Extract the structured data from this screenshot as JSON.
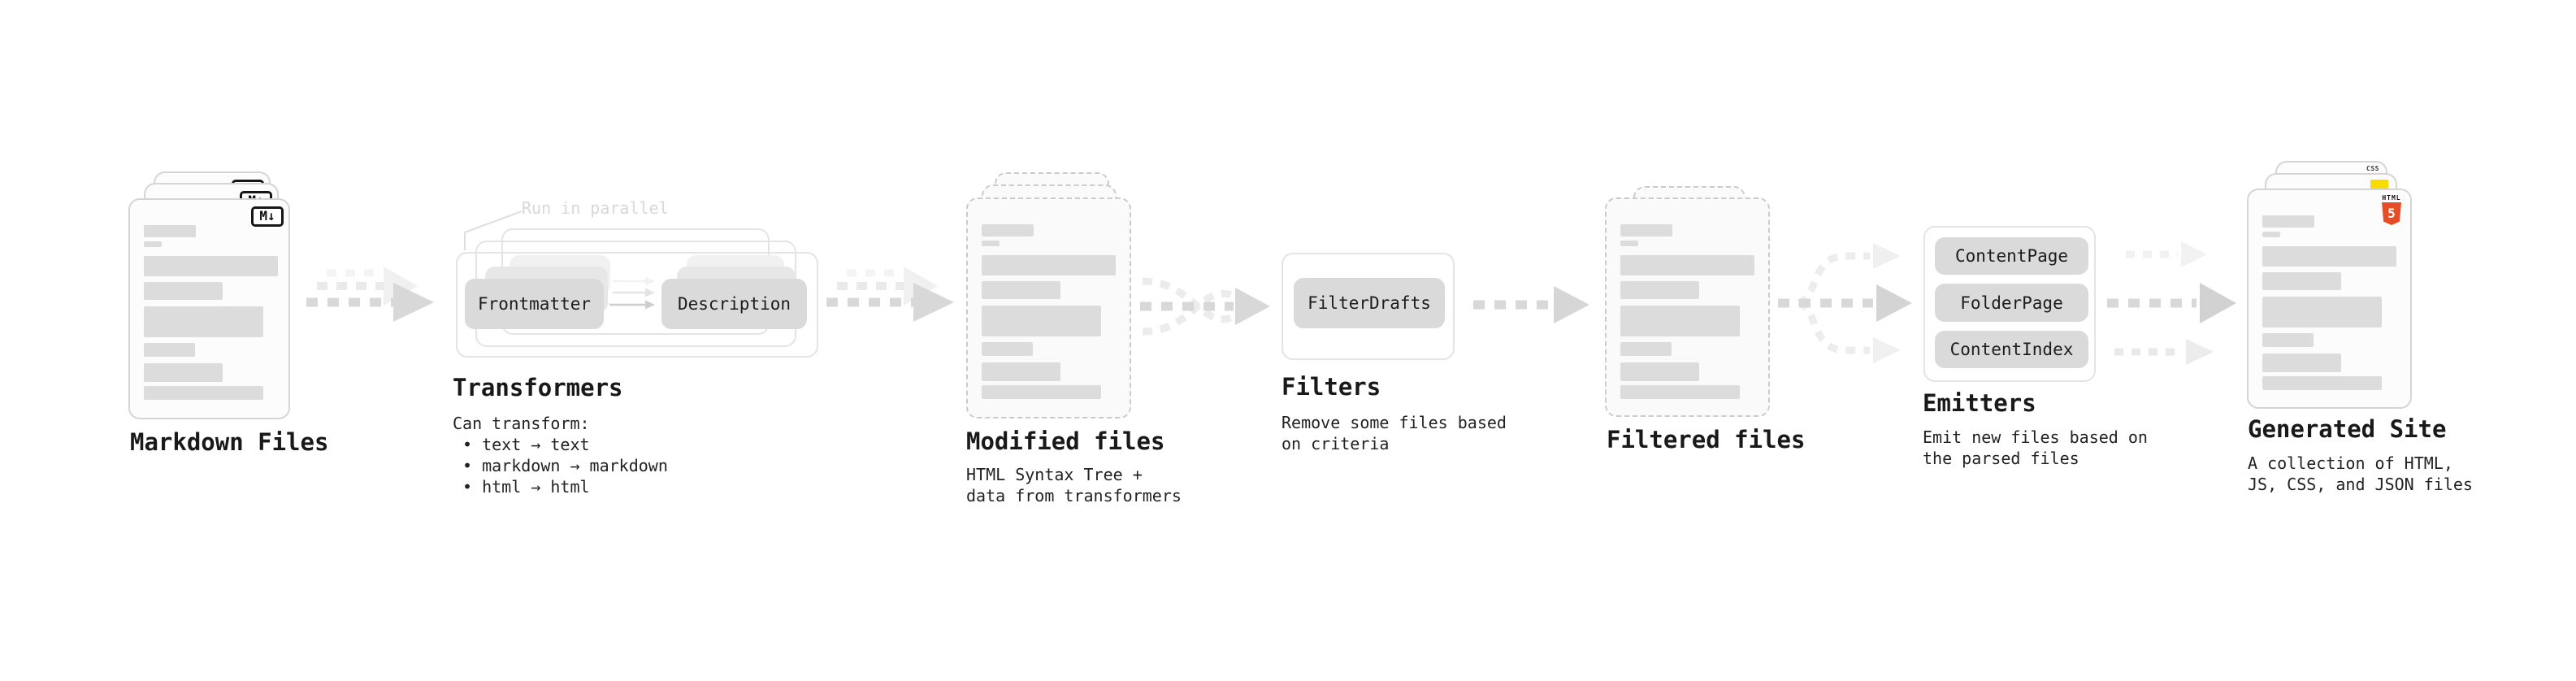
{
  "nodes": {
    "markdown": {
      "label": "Markdown Files",
      "file_icon": "M↓"
    },
    "transformers": {
      "label": "Transformers",
      "annotation": "Run in parallel",
      "chip_left": "Frontmatter",
      "chip_right": "Description",
      "desc_title": "Can transform:",
      "bullets": [
        "• text → text",
        "• markdown → markdown",
        "• html → html"
      ]
    },
    "modified": {
      "label": "Modified files",
      "desc": [
        "HTML Syntax Tree +",
        "data from transformers"
      ]
    },
    "filters": {
      "label": "Filters",
      "chip": "FilterDrafts",
      "desc": [
        "Remove some files based",
        "on criteria"
      ]
    },
    "filtered": {
      "label": "Filtered files"
    },
    "emitters": {
      "label": "Emitters",
      "chips": [
        "ContentPage",
        "FolderPage",
        "ContentIndex"
      ],
      "desc": [
        "Emit new files based on",
        "the parsed files"
      ]
    },
    "generated": {
      "label": "Generated Site",
      "desc": [
        "A collection of HTML,",
        "JS, CSS, and JSON files"
      ],
      "css_badge": "CSS",
      "html_badge_label": "HTML",
      "html_badge_number": "5"
    }
  },
  "colors": {
    "html5_orange": "#e44d26",
    "js_yellow": "#f7dc00",
    "css_blue": "#2962ff",
    "arrow_main": "#d8d8d8",
    "arrow_light": "#ececec",
    "card_border": "#d5d5d5",
    "skeleton_bar": "#dcdcdc"
  }
}
